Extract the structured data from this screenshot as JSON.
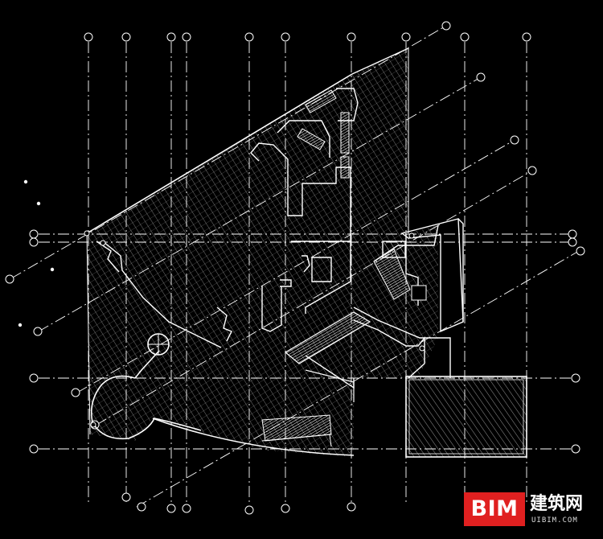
{
  "drawing": {
    "type": "architectural floor plan (CAD, white lines on black)",
    "background": "#000000",
    "line_color": "#ffffff",
    "grid_color": "#ffffff"
  },
  "watermark": {
    "badge": "BIM",
    "title_cn": "建筑网",
    "url": "UIBIM.COM",
    "badge_color": "#e02020"
  }
}
